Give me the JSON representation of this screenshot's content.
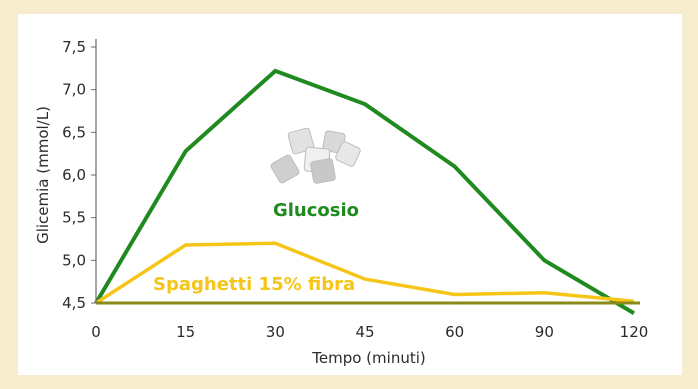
{
  "chart_data": {
    "type": "line",
    "title": "",
    "xlabel": "Tempo (minuti)",
    "ylabel": "Glicemia (mmol/L)",
    "x": [
      0,
      15,
      30,
      45,
      60,
      90,
      120
    ],
    "x_tick_labels": [
      "0",
      "15",
      "30",
      "45",
      "60",
      "90",
      "120"
    ],
    "y_tick_labels": [
      "4,5",
      "5,0",
      "5,5",
      "6,0",
      "6,5",
      "7,0",
      "7,5"
    ],
    "y_ticks": [
      4.5,
      5.0,
      5.5,
      6.0,
      6.5,
      7.0,
      7.5
    ],
    "ylim": [
      4.5,
      7.5
    ],
    "x_scale": "categorical-spacing",
    "grid": false,
    "legend": "none (series labelled inline)",
    "series": [
      {
        "name": "Glucosio",
        "color": "#1f8a1f",
        "values": [
          4.5,
          6.28,
          7.22,
          6.83,
          6.1,
          5.0,
          4.38
        ]
      },
      {
        "name": "Spaghetti 15% fibra",
        "color": "#f5c518",
        "values": [
          4.5,
          5.18,
          5.2,
          4.78,
          4.6,
          4.62,
          4.52
        ]
      }
    ],
    "baseline_color": "#8a8a1a",
    "annotation_icon": "sugar-cubes-icon"
  }
}
